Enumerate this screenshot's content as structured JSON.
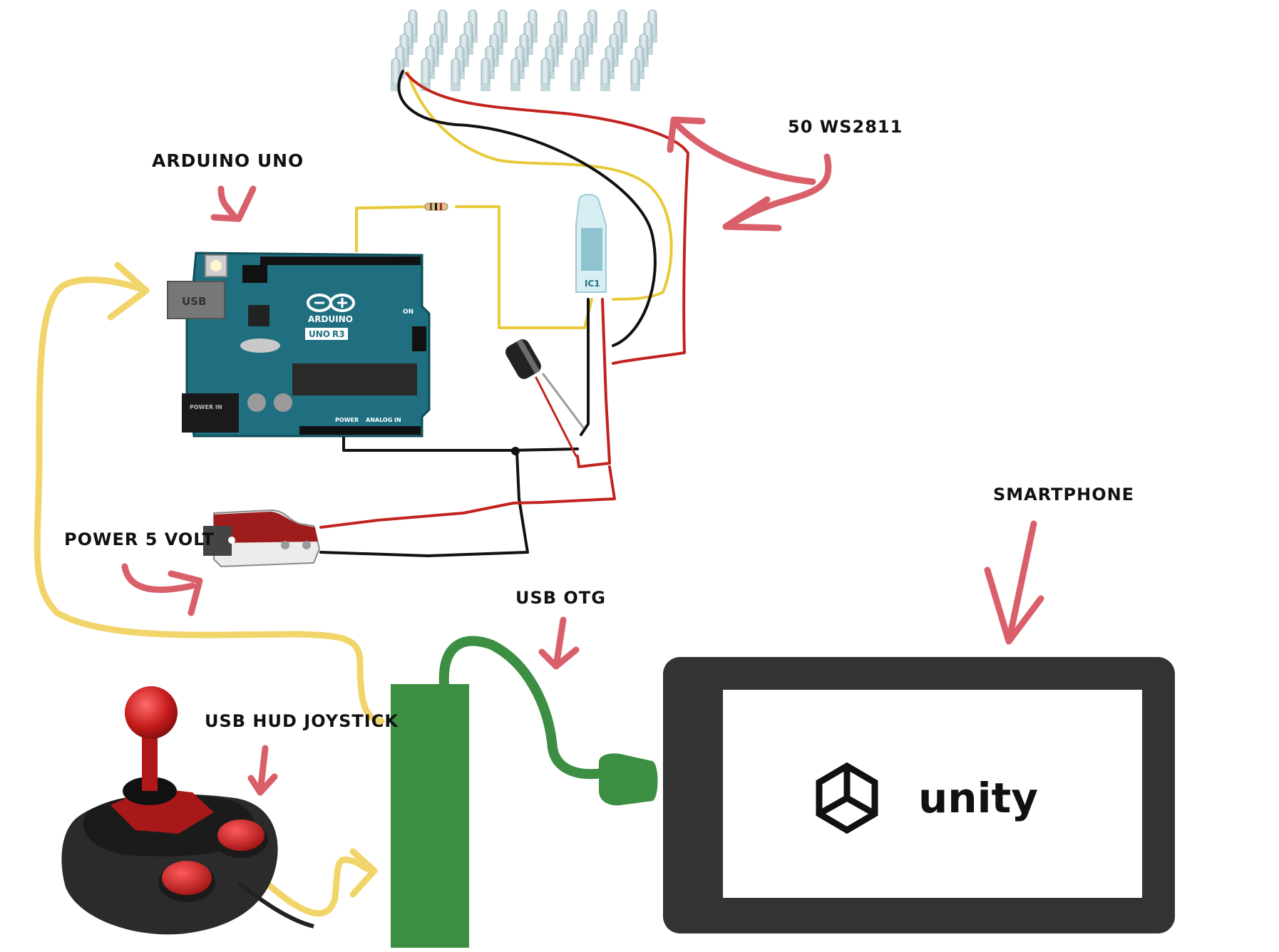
{
  "labels": {
    "leds": "50 WS2811",
    "arduino": "ARDUINO UNO",
    "power": "POWER 5 VOLT",
    "smartphone": "SMARTPHONE",
    "otg": "USB OTG",
    "joystick": "USB HUD JOYSTICK"
  },
  "board": {
    "usb_port": "USB",
    "logo_symbol": "⊖⊕",
    "logo_text": "ARDUINO",
    "model": "UNO",
    "revision": "R3",
    "power_jack": "POWER IN",
    "power_header": "POWER",
    "analog_header": "ANALOG IN",
    "on_led": "ON"
  },
  "led_strip": {
    "chip": "IC1"
  },
  "phone_screen": {
    "logo_text": "unity"
  },
  "colors": {
    "arrow": "#d9606a",
    "wire_red": "#c2231e",
    "wire_black": "#111111",
    "wire_yellow": "#e8c93a",
    "usb_cable": "#f2d56a",
    "otg_green": "#3c8f42",
    "board": "#1f6f80",
    "phone_body": "#333333"
  },
  "icons": [
    "unity-icon",
    "arduino-infinity-icon",
    "joystick-image",
    "led-bulb-icon"
  ]
}
